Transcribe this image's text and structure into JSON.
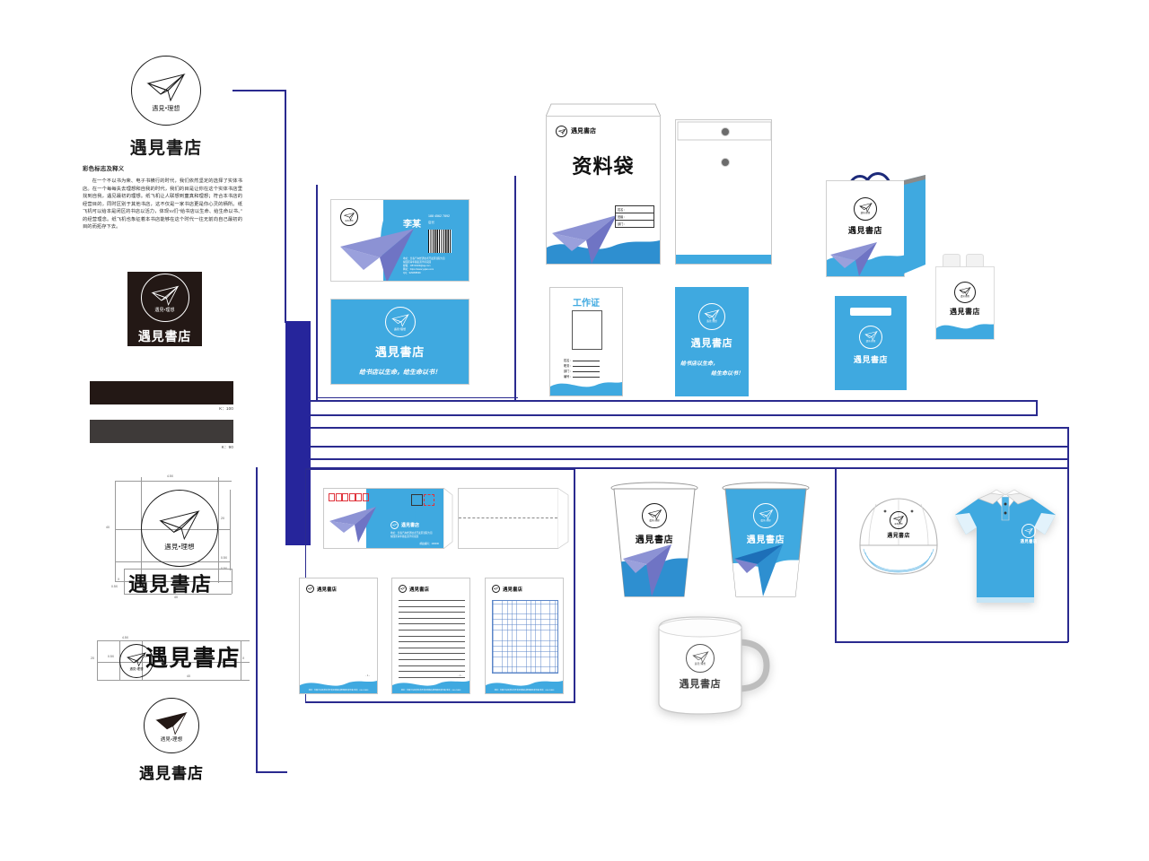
{
  "brand": {
    "name_cn": "遇見書店",
    "name_simplified": "遇见书店",
    "motto": "遇見•理想",
    "tagline_line1": "给书店以生命，",
    "tagline_line2": "给生命以书！",
    "tagline_single": "给书店以生命，给生命以书！",
    "colors": {
      "primary_blue": "#3FA9E0",
      "deep_blue": "#26259B",
      "navy_line": "#2A2A8F",
      "plane_purple": "#6F74C4",
      "plane_light": "#8C92D4",
      "black": "#231815",
      "gray_90": "#3E3A39",
      "wave_blue": "#2E8FD0"
    }
  },
  "left_column": {
    "logo_primary": {
      "motto": "遇見•理想",
      "wordmark": "遇見書店"
    },
    "spec_text": {
      "title": "彩色标志及释义",
      "paragraph": "在一个不以书为荣、电子书横行的时代，我们依然坚定的选择了实体书店。在一个每每失去理想和自我的时代，我们的目是让你在这个实体书店里找到自我，遇见最初的理想。纸飞机让人联想到童真和理想；符合本书店的经营目的，同时区别于其他书店，这不仅是一家书店更是你心灵的栖所。纸飞机可以给本是闭区的书店以活力，体现то们“给书店以生命、给生命以书、”的经营理念。纸飞机也象征着本书店能够在这个时代一往无前向自己最初的目的而拓存下去。"
    },
    "black_logo": {
      "motto": "遇見•理想",
      "wordmark": "遇見書店"
    },
    "swatches": [
      {
        "name": "black-swatch",
        "hex": "#231815",
        "label": "K：100"
      },
      {
        "name": "gray-swatch",
        "hex": "#3E3A39",
        "label": "K：90"
      }
    ],
    "construction": {
      "label_top": "4.5X",
      "label_left": "4X",
      "label_right": "2X",
      "label_small_1": "0.5X",
      "label_small_2": "0.5X",
      "label_gap": "0.5X",
      "label_word_h": "X",
      "label_word_w": "4X",
      "motto": "遇見•理想",
      "wordmark": "遇見書店"
    },
    "horizontal_lockup": {
      "label_a": "4.5X",
      "label_b": "2X",
      "label_c": "0.5X",
      "label_d": "4X",
      "label_e": "X",
      "label_f": "4X",
      "motto": "遇見•理想",
      "wordmark": "遇見書店"
    },
    "logo_bottom": {
      "motto": "遇見•理想",
      "wordmark": "遇見書店"
    }
  },
  "business_card": {
    "front": {
      "logo_motto": "遇見•理想",
      "logo_word": "遇見書店",
      "person_name": "李某",
      "phone": "188 4562 7892",
      "title": "店长",
      "contact_lines": [
        "地址：长春汽车经济技术开发区锦程大街",
        "绿园区青年路街道学府花园",
        "邮箱：CBYD029@qq.com",
        "网址：https://www.yujian.com",
        "QQ：929958539"
      ]
    },
    "back": {
      "logo_motto": "遇見•理想",
      "wordmark": "遇見書店",
      "tagline": "给书店以生命，给生命以书！"
    }
  },
  "document_bag": {
    "logo_word": "遇見書店",
    "title": "资料袋",
    "fields": [
      "姓名：",
      "班级：",
      "部门："
    ]
  },
  "bag_back": {
    "name": "document-bag-back"
  },
  "badge": {
    "title": "工作证",
    "fields": [
      "姓名：",
      "职务：",
      "部门：",
      "编号："
    ]
  },
  "banner": {
    "logo_motto": "遇見•理想",
    "wordmark": "遇見書店",
    "tagline_line1": "给书店以生命，",
    "tagline_line2": "给生命以书！"
  },
  "shopping_bag": {
    "logo_motto": "遇見•理想",
    "wordmark": "遇見書店"
  },
  "handle_bag": {
    "logo_motto": "遇見•理想",
    "wordmark": "遇見書店"
  },
  "plastic_bag": {
    "logo_motto": "遇見•理想",
    "wordmark": "遇見書店"
  },
  "envelope": {
    "logo_word": "遇見書店",
    "address_lines": [
      "地址：长春汽车经济技术开发区锦程大街",
      "绿园区青年路街道学府花园"
    ],
    "postcode_label": "邮政编码：130000"
  },
  "letterheads": [
    {
      "name": "letterhead-blank",
      "logo_word": "遇見書店",
      "footer": "地址：长春汽车经济技术开发区锦程大街绿园区青年路  电话：010-25893",
      "pageno": "- 1 -"
    },
    {
      "name": "letterhead-lined",
      "logo_word": "遇見書店",
      "footer": "地址：长春汽车经济技术开发区锦程大街绿园区青年路  电话：010-25893",
      "pageno": "- 1 -"
    },
    {
      "name": "letterhead-grid",
      "logo_word": "遇見書店",
      "footer": "地址：长春汽车经济技术开发区锦程大街绿园区青年路  电话：010-25893",
      "pageno": "- 1 -"
    }
  ],
  "cups": [
    {
      "name": "paper-cup-white",
      "logo_motto": "遇見•理想",
      "wordmark": "遇見書店"
    },
    {
      "name": "paper-cup-blue",
      "logo_motto": "遇見•理想",
      "wordmark": "遇見書店"
    }
  ],
  "mug": {
    "logo_motto": "遇見•理想",
    "wordmark": "遇見書店"
  },
  "cap": {
    "logo_motto": "遇見•理想",
    "wordmark": "遇見書店"
  },
  "polo": {
    "logo_motto": "遇見•理想",
    "wordmark": "遇見書店"
  }
}
